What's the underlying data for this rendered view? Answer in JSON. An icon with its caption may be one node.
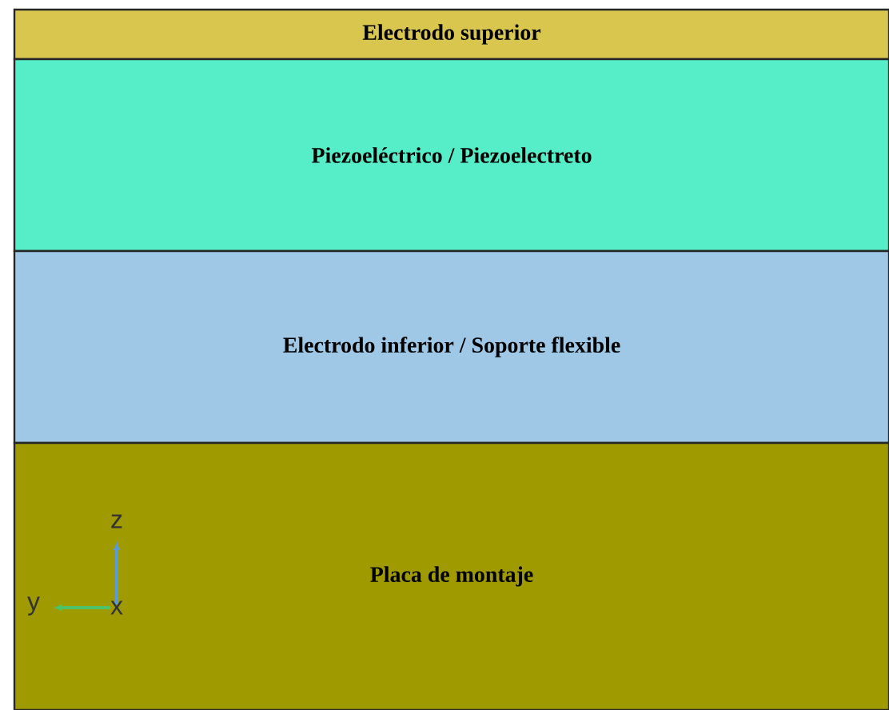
{
  "diagram": {
    "nodes": [
      {
        "text": [
          "Electrodo superior"
        ]
      },
      {
        "text": [
          "Piezoeléctrico / Piezoelectreto"
        ]
      },
      {
        "text": [
          "Electrodo inferior / Soporte flexible"
        ]
      },
      {
        "text": [
          "Placa de montaje"
        ]
      }
    ],
    "labels": [
      "z",
      "y",
      "x"
    ]
  }
}
